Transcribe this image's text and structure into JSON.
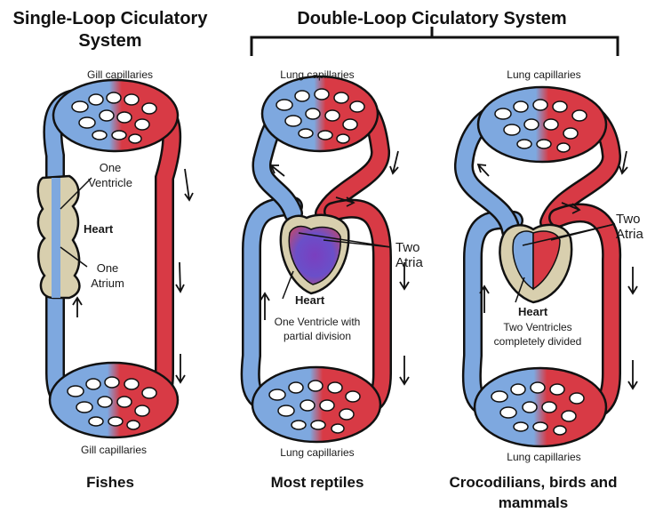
{
  "headers": {
    "single_loop": "Single-Loop Ciculatory",
    "single_loop_line2": "System",
    "double_loop": "Double-Loop Ciculatory System"
  },
  "fishes": {
    "top_capillaries": "Gill capillaries",
    "bottom_capillaries": "Gill capillaries",
    "ventricle_line1": "One",
    "ventricle_line2": "Ventricle",
    "heart": "Heart",
    "atrium_line1": "One",
    "atrium_line2": "Atrium",
    "title": "Fishes"
  },
  "reptiles": {
    "top_capillaries": "Lung capillaries",
    "bottom_capillaries": "Lung capillaries",
    "atria_line1": "Two",
    "atria_line2": "Atria",
    "heart": "Heart",
    "ventricle_line1": "One Ventricle with",
    "ventricle_line2": "partial division",
    "title": "Most reptiles"
  },
  "mammals": {
    "top_capillaries": "Lung capillaries",
    "bottom_capillaries": "Lung capillaries",
    "atria_line1": "Two",
    "atria_line2": "Atria",
    "heart": "Heart",
    "ventricles_line1": "Two Ventricles",
    "ventricles_line2": "completely divided",
    "title_line1": "Crocodilians, birds and",
    "title_line2": "mammals"
  },
  "colors": {
    "oxygen_poor": "#7ea8df",
    "oxygen_rich": "#d83a45",
    "heart_tissue": "#d8cfae",
    "outline": "#111111"
  }
}
